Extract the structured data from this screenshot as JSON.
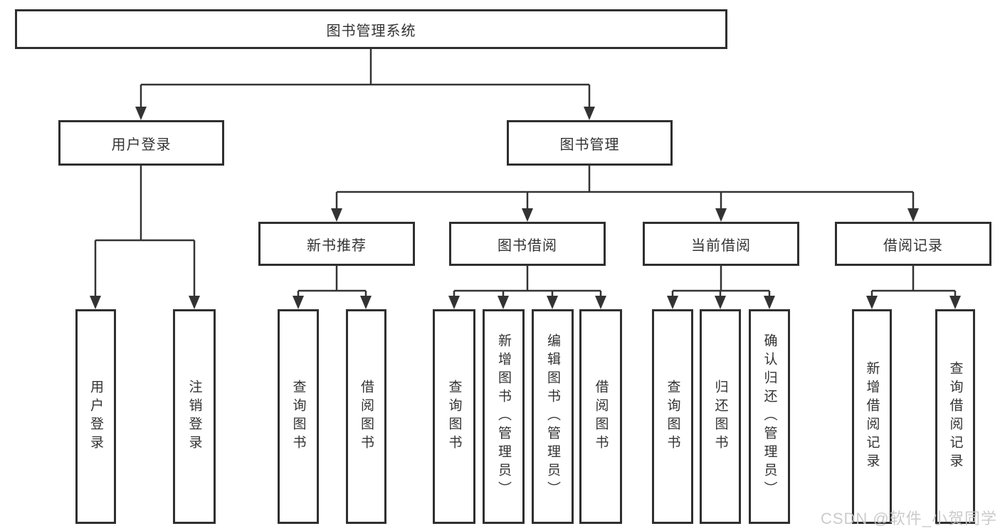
{
  "colors": {
    "line": "#333333",
    "border": "#2f2f2f",
    "text": "#333333",
    "watermark": "#c7c7c7",
    "bg": "#ffffff"
  },
  "watermark": {
    "text": "CSDN @软件_小贺同学"
  },
  "tree": {
    "label": "图书管理系统",
    "children": [
      {
        "label": "用户登录",
        "children": [
          {
            "label": "用户登录"
          },
          {
            "label": "注销登录"
          }
        ]
      },
      {
        "label": "图书管理",
        "children": [
          {
            "label": "新书推荐",
            "children": [
              {
                "label": "查询图书"
              },
              {
                "label": "借阅图书"
              }
            ]
          },
          {
            "label": "图书借阅",
            "children": [
              {
                "label": "查询图书"
              },
              {
                "label": "新增图书（管理员）"
              },
              {
                "label": "编辑图书（管理员）"
              },
              {
                "label": "借阅图书"
              }
            ]
          },
          {
            "label": "当前借阅",
            "children": [
              {
                "label": "查询图书"
              },
              {
                "label": "归还图书"
              },
              {
                "label": "确认归还（管理员）"
              }
            ]
          },
          {
            "label": "借阅记录",
            "children": [
              {
                "label": "新增借阅记录"
              },
              {
                "label": "查询借阅记录"
              }
            ]
          }
        ]
      }
    ]
  }
}
